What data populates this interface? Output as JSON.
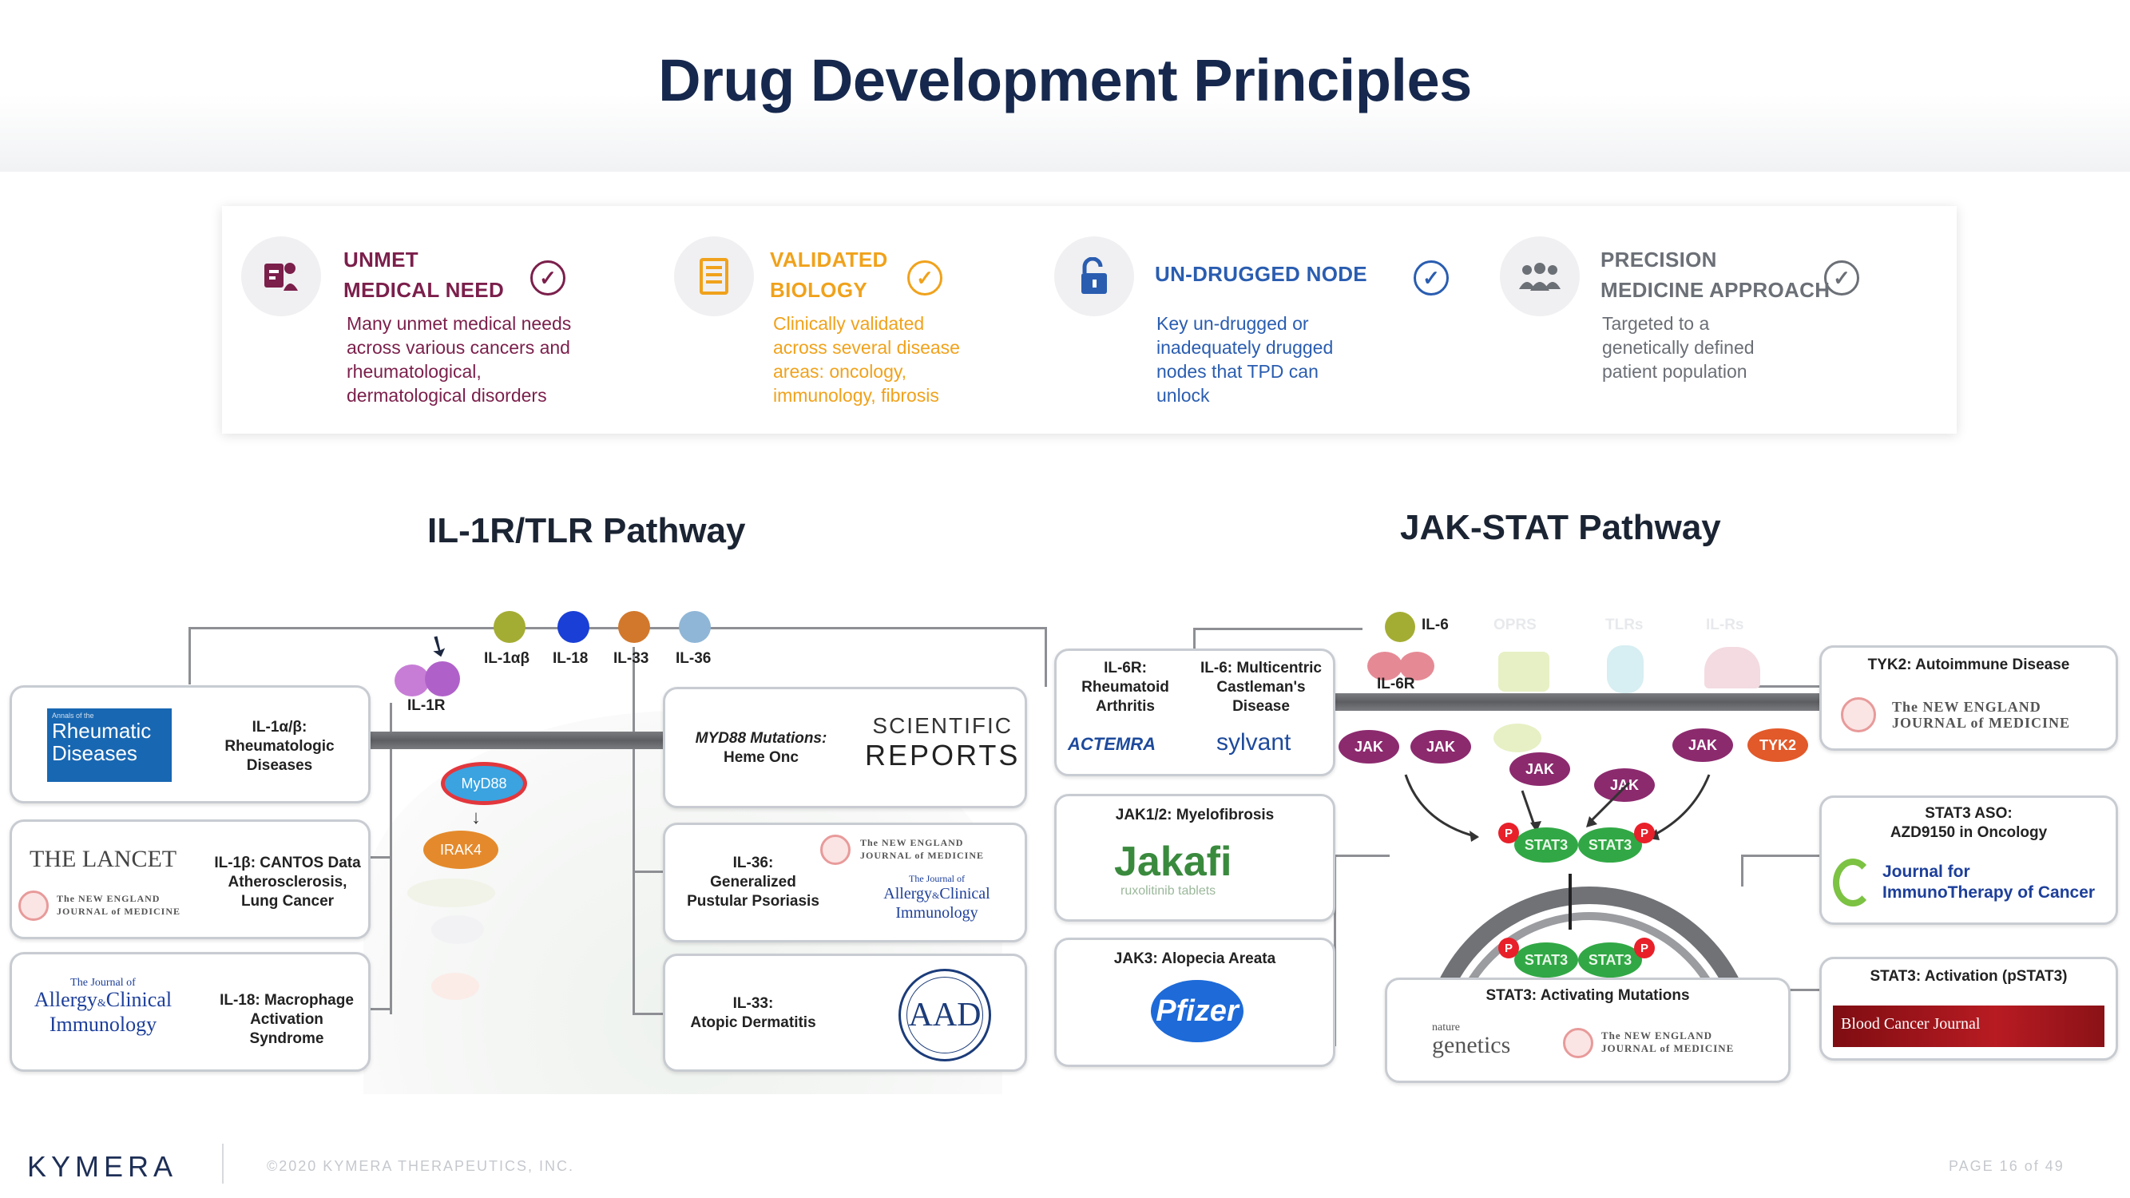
{
  "title": "Drug Development Principles",
  "principles": [
    {
      "line1": "UNMET",
      "line2": "MEDICAL NEED",
      "color": "#7b1f4b",
      "icon": "people-need-icon",
      "desc": [
        "Many unmet medical needs",
        "across various cancers and",
        "rheumatological,",
        "dermatological disorders"
      ]
    },
    {
      "line1": "VALIDATED",
      "line2": "BIOLOGY",
      "color": "#f0a21c",
      "icon": "document-list-icon",
      "desc": [
        "Clinically validated",
        "across several disease",
        "areas: oncology,",
        "immunology, fibrosis"
      ]
    },
    {
      "line1": "UN-DRUGGED NODE",
      "line2": "",
      "color": "#2a5db0",
      "icon": "unlocked-lock-icon",
      "desc": [
        "Key un-drugged or",
        "inadequately drugged",
        "nodes that TPD can",
        "unlock"
      ]
    },
    {
      "line1": "PRECISION",
      "line2": "MEDICINE APPROACH",
      "color": "#6b6f76",
      "icon": "group-people-icon",
      "desc": [
        "Targeted to a",
        "genetically defined",
        "patient population"
      ]
    }
  ],
  "check_glyph": "✓",
  "il1r": {
    "title": "IL-1R/TLR Pathway",
    "ligands": [
      {
        "label": "IL-1αβ",
        "color": "#a4ad33"
      },
      {
        "label": "IL-18",
        "color": "#1a3fd6"
      },
      {
        "label": "IL-33",
        "color": "#d2782c"
      },
      {
        "label": "IL-36",
        "color": "#8fb6d6"
      }
    ],
    "receptor_label": "IL-1R",
    "myd88": "MyD88",
    "irak4": "IRAK4",
    "boxes": {
      "rheum_logo": [
        "Rheumatic",
        "Diseases"
      ],
      "rheum_logo_small": "Annals of the",
      "rheum_text": [
        "IL-1α/β:",
        "Rheumatologic",
        "Diseases"
      ],
      "lancet": "THE LANCET",
      "cantos_text": [
        "IL-1β: CANTOS Data",
        "Atherosclerosis,",
        "Lung Cancer"
      ],
      "allergy_small": "The Journal of",
      "allergy": [
        "Allergy",
        "Clinical",
        "Immunology"
      ],
      "mas_text": [
        "IL-18: Macrophage",
        "Activation",
        "Syndrome"
      ],
      "myd88_text": [
        "MYD88 Mutations:",
        "Heme Onc"
      ],
      "sci_reports": [
        "SCIENTIFIC",
        "REPORTS"
      ],
      "il36_text": [
        "IL-36:",
        "Generalized",
        "Pustular Psoriasis"
      ],
      "il33_text": [
        "IL-33:",
        "Atopic Dermatitis"
      ],
      "aad": "AAD"
    }
  },
  "nejm": [
    "The NEW ENGLAND",
    "JOURNAL of MEDICINE"
  ],
  "jakstat": {
    "title": "JAK-STAT Pathway",
    "il6": "IL-6",
    "il6r": "IL-6R",
    "faded_labels": [
      "OPRS",
      "TLRs",
      "IL-Rs"
    ],
    "jak": "JAK",
    "tyk2": "TYK2",
    "stat3": "STAT3",
    "phos": "P",
    "boxes": {
      "il6r_text": [
        "IL-6R:",
        "Rheumatoid",
        "Arthritis"
      ],
      "castleman_text": [
        "IL-6: Multicentric",
        "Castleman's",
        "Disease"
      ],
      "actemra": "ACTEMRA",
      "sylvant": "sylvant",
      "jak12_text": "JAK1/2: Myelofibrosis",
      "jakafi": "Jakafi",
      "jakafi_sub": "ruxolitinib tablets",
      "jak3_text": "JAK3: Alopecia Areata",
      "pfizer": "Pfizer",
      "stat3_mut_text": "STAT3: Activating Mutations",
      "nature_small": "nature",
      "nature_gen": "genetics",
      "tyk2_text": "TYK2: Autoimmune Disease",
      "aso_text": [
        "STAT3 ASO:",
        "AZD9150 in Oncology"
      ],
      "jitc": [
        "Journal for",
        "ImmunoTherapy of Cancer"
      ],
      "pstat_text": "STAT3: Activation (pSTAT3)",
      "bcj": "Blood Cancer Journal"
    }
  },
  "footer": {
    "logo": "KYMERA",
    "copyright": "©2020 KYMERA THERAPEUTICS, INC.",
    "page": "PAGE 16 of 49"
  }
}
